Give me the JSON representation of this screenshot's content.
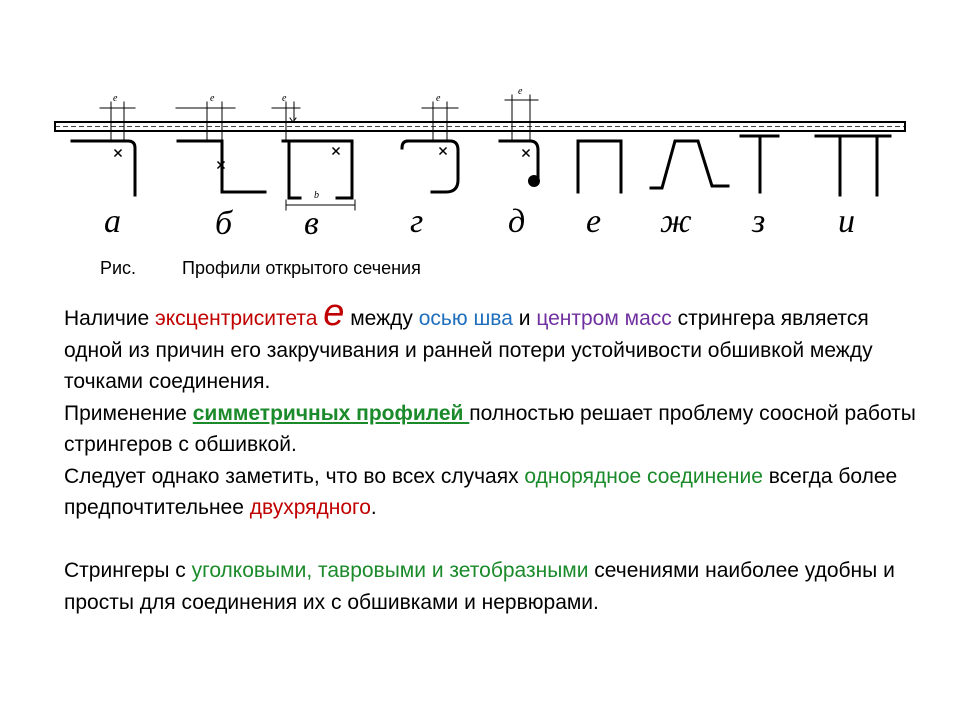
{
  "figure": {
    "labels": [
      "а",
      "б",
      "в",
      "г",
      "д",
      "е",
      "ж",
      "з",
      "и"
    ],
    "dimension_e": "e",
    "dimension_b": "b"
  },
  "caption": {
    "prefix": "Рис.",
    "text": "Профили открытого сечения"
  },
  "para1": {
    "t1": "Наличие ",
    "t2": "эксцентриситета ",
    "t3": "е",
    "t4": " между ",
    "t5": "осью шва",
    "t6": " и ",
    "t7": "центром масс",
    "t8": " стрингера является одной из причин его закручивания и ранней потери устойчивости обшивкой между точками соединения."
  },
  "para2": {
    "t1": "Применение ",
    "t2": "симметричных профилей ",
    "t3": "полностью решает проблему соосной работы стрингеров с обшивкой."
  },
  "para3": {
    "t1": "Следует однако заметить, что во всех случаях ",
    "t2": "однорядное соединение",
    "t3": " всегда более предпочтительнее ",
    "t4": "двухрядного",
    "t5": "."
  },
  "para4": {
    "t1": "Стрингеры с ",
    "t2": "уголковыми, тавровыми и зетобразными",
    "t3": " сечениями наиболее удобны и просты для соединения их с обшивками и нервюрами."
  },
  "colors": {
    "red": "#c00000",
    "blue": "#1f6fbd",
    "purple": "#7030a0",
    "green": "#1a8a2a"
  }
}
